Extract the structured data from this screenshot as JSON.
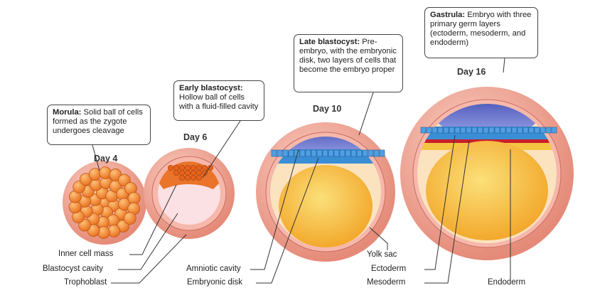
{
  "callouts": {
    "morula": {
      "title": "Morula:",
      "text": " Solid ball of cells formed as the zygote undergoes cleavage"
    },
    "early": {
      "title": "Early blastocyst:",
      "text": " Hollow ball of cells with a fluid-filled cavity"
    },
    "late": {
      "title": "Late blastocyst:",
      "text": " Pre-embryo, with the embryonic disk, two layers of cells that become the embryo proper"
    },
    "gastrula": {
      "title": "Gastrula:",
      "text": " Embryo with three primary germ layers (ectoderm, mesoderm, and endoderm)"
    }
  },
  "days": {
    "d4": "Day 4",
    "d6": "Day 6",
    "d10": "Day 10",
    "d16": "Day 16"
  },
  "labels": {
    "inner_cell_mass": "Inner cell mass",
    "blastocyst_cavity": "Blastocyst cavity",
    "trophoblast": "Trophoblast",
    "amniotic_cavity": "Amniotic cavity",
    "embryonic_disk": "Embryonic disk",
    "yolk_sac": "Yolk sac",
    "ectoderm": "Ectoderm",
    "mesoderm": "Mesoderm",
    "endoderm": "Endoderm"
  },
  "colors": {
    "outer": "#eb8f7e",
    "trophoblast": "#f0a89b",
    "morula_cell": "#f08a35",
    "cavity": "#f9d8dd",
    "yolk": "#f4a92a",
    "ectoderm": "#3a8ed6",
    "mesoderm": "#c8202a",
    "endoderm": "#f5c542",
    "amnion": "#6a72c4"
  }
}
